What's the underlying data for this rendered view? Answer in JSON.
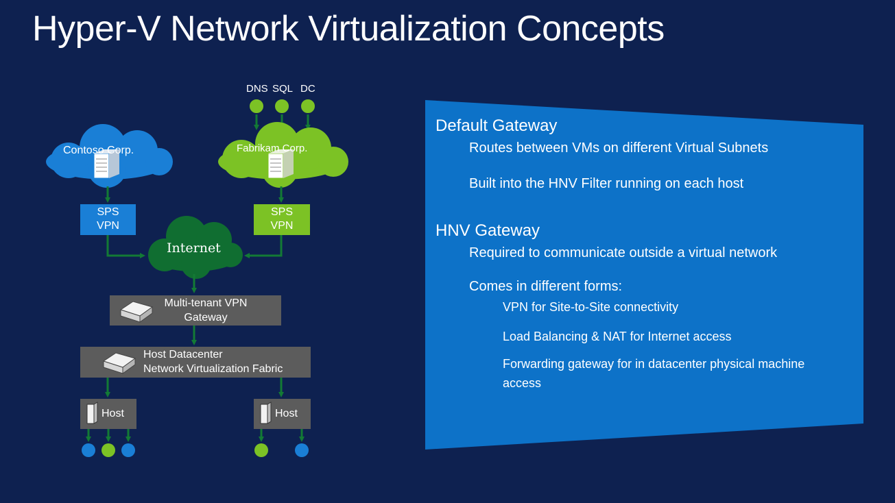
{
  "title": "Hyper-V Network Virtualization Concepts",
  "colors": {
    "background": "#0e2150",
    "panel": "#0d72c8",
    "contoso_blue": "#1a7fd6",
    "fabrikam_green": "#7cc225",
    "internet_green": "#106e31",
    "arrow_green": "#137a35",
    "gray_box": "#5c5c5c"
  },
  "diagram": {
    "services": [
      "DNS",
      "SQL",
      "DC"
    ],
    "contoso": "Contoso Corp.",
    "fabrikam": "Fabrikam Corp.",
    "vpn_left": {
      "line1": "SPS",
      "line2": "VPN"
    },
    "vpn_right": {
      "line1": "SPS",
      "line2": "VPN"
    },
    "internet": "Internet",
    "gateway": {
      "line1": "Multi-tenant VPN",
      "line2": "Gateway"
    },
    "fabric": {
      "line1": "Host Datacenter",
      "line2": "Network Virtualization Fabric"
    },
    "host_left": "Host",
    "host_right": "Host"
  },
  "panel": {
    "heading1": "Default Gateway",
    "item1": "Routes between VMs on different Virtual Subnets",
    "item2": "Built into the HNV Filter running on each host",
    "heading2": "HNV Gateway",
    "item3": "Required to communicate outside a virtual network",
    "item4": "Comes in different forms:",
    "sub1": "VPN for Site-to-Site connectivity",
    "sub2": "Load Balancing & NAT for Internet access",
    "sub3_line1": "Forwarding gateway for in datacenter physical machine",
    "sub3_line2": "access"
  }
}
